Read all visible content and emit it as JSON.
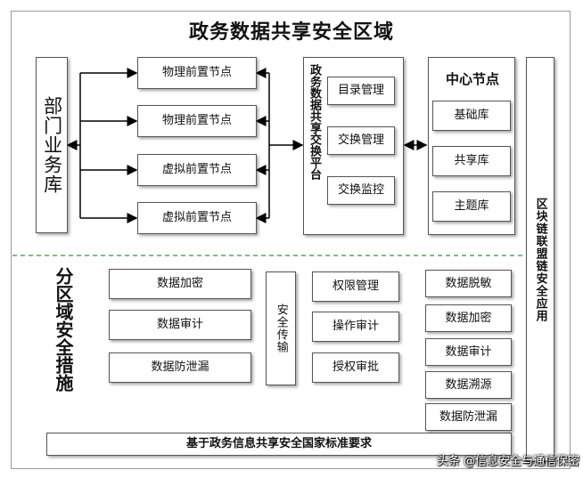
{
  "title": "政务数据共享安全区域",
  "department_db": "部门业务库",
  "front_nodes": [
    "物理前置节点",
    "物理前置节点",
    "虚拟前置节点",
    "虚拟前置节点"
  ],
  "platform": {
    "title": "政务数据共享交换平台",
    "items": [
      "目录管理",
      "交换管理",
      "交换监控"
    ]
  },
  "center": {
    "title": "中心节点",
    "items": [
      "基础库",
      "共享库",
      "主题库"
    ]
  },
  "blockchain": "区块链联盟链安全应用",
  "measures": {
    "title": "分区域安全措施",
    "left_items": [
      "数据加密",
      "数据审计",
      "数据防泄漏"
    ],
    "transport": "安全传输",
    "mid_items": [
      "权限管理",
      "操作审计",
      "授权审批"
    ],
    "right_items": [
      "数据脱敏",
      "数据加密",
      "数据审计",
      "数据溯源",
      "数据防泄漏"
    ]
  },
  "footer": "基于政务信息共享安全国家标准要求",
  "watermark": "头条 @信息安全与通信保密",
  "colors": {
    "divider": "#4caf50",
    "border": "#555555"
  }
}
